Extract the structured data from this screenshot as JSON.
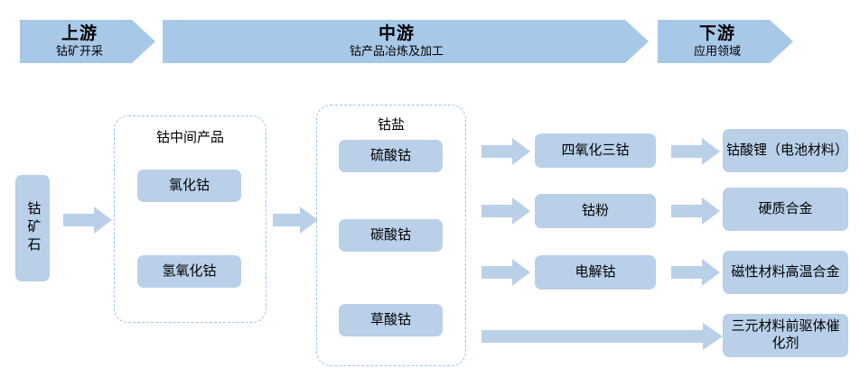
{
  "banner": {
    "segments": [
      {
        "title": "上游",
        "subtitle": "钴矿开采"
      },
      {
        "title": "中游",
        "subtitle": "钴产品冶炼及加工"
      },
      {
        "title": "下游",
        "subtitle": "应用领域"
      }
    ]
  },
  "colors": {
    "banner_fill": "#a8c8e8",
    "node_fill": "#b9d0e8",
    "dashed_border": "#9dc3e6",
    "background": "#ffffff",
    "text": "#000000"
  },
  "flow": {
    "raw_material": {
      "label": "钴矿石"
    },
    "group_intermediate": {
      "title": "钴中间产品",
      "items": [
        {
          "label": "氯化钴"
        },
        {
          "label": "氢氧化钴"
        }
      ]
    },
    "group_salts": {
      "title": "钴盐",
      "items": [
        {
          "label": "硫酸钴"
        },
        {
          "label": "碳酸钴"
        },
        {
          "label": "草酸钴"
        }
      ]
    },
    "midstream_products": [
      {
        "label": "四氧化三钴"
      },
      {
        "label": "钴粉"
      },
      {
        "label": "电解钴"
      }
    ],
    "applications": [
      {
        "label": "钴酸锂（电池材料）"
      },
      {
        "label": "硬质合金"
      },
      {
        "label": "磁性材料高温合金"
      },
      {
        "label": "三元材料前驱体催化剂"
      }
    ]
  },
  "arrows": {
    "ore_to_intermediate": "arrow-right-icon",
    "intermediate_to_salts": "arrow-right-icon",
    "salts_to_row1": "arrow-right-icon",
    "salts_to_row2": "arrow-right-icon",
    "salts_to_row3": "arrow-right-icon",
    "row1_to_app1": "arrow-right-icon",
    "row2_to_app2": "arrow-right-icon",
    "row3_to_app3": "arrow-right-icon",
    "salts_to_app4": "arrow-right-long-icon"
  }
}
